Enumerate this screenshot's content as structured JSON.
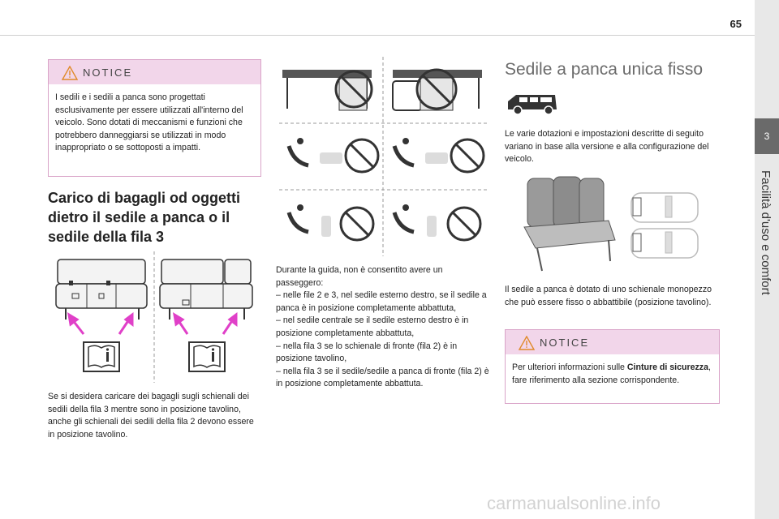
{
  "page": {
    "number": "65"
  },
  "side_tab": {
    "chapter_number": "3",
    "chapter_title": "Facilità d'uso e comfort"
  },
  "notice_left": {
    "title": "NOTICE",
    "body": "I sedili e i sedili a panca sono progettati esclusivamente per essere utilizzati all'interno del veicolo. Sono dotati di meccanismi e funzioni che potrebbero danneggiarsi se utilizzati in modo inappropriato o se sottoposti a impatti."
  },
  "section_luggage": {
    "heading": "Carico di bagagli od oggetti dietro il sedile a panca o il sedile della fila 3",
    "body": "Se si desidera caricare dei bagagli sugli schienali dei sedili della fila 3 mentre sono in posizione tavolino, anche gli schienali dei sedili della fila 2 devono essere in posizione tavolino."
  },
  "section_driving": {
    "lines": [
      "Durante la guida, non è consentito avere un passeggero:",
      "– nelle file 2 e 3, nel sedile esterno destro, se il sedile a panca è in posizione completamente abbattuta,",
      "– nel sedile centrale se il sedile esterno destro è in posizione completamente abbattuta,",
      "– nella fila 3 se lo schienale di fronte (fila 2) è in posizione tavolino,",
      "– nella fila 3 se il sedile/sedile a panca di fronte (fila 2) è in posizione completamente abbattuta."
    ]
  },
  "section_bench": {
    "heading": "Sedile a panca unica fisso",
    "intro": "Le varie dotazioni e impostazioni descritte di seguito variano in base alla versione e alla configurazione del veicolo.",
    "body": "Il sedile a panca è dotato di uno schienale monopezzo che può essere fisso o abbattibile (posizione tavolino)."
  },
  "notice_right": {
    "title": "NOTICE",
    "body_prefix": "Per ulteriori informazioni sulle ",
    "body_bold": "Cinture di sicurezza",
    "body_suffix": ", fare riferimento alla sezione corrispondente."
  },
  "watermark": "carmanualsonline.info",
  "colors": {
    "notice_header": "#f2d6ea",
    "notice_border": "#d9a3c8",
    "accent_arrow": "#e040c8",
    "side_tab_active": "#6a6a6a"
  },
  "icons": [
    "warning-icon",
    "book-info-icon",
    "no-passenger-icon",
    "van-icon",
    "seat-icon",
    "arrow-icon"
  ]
}
